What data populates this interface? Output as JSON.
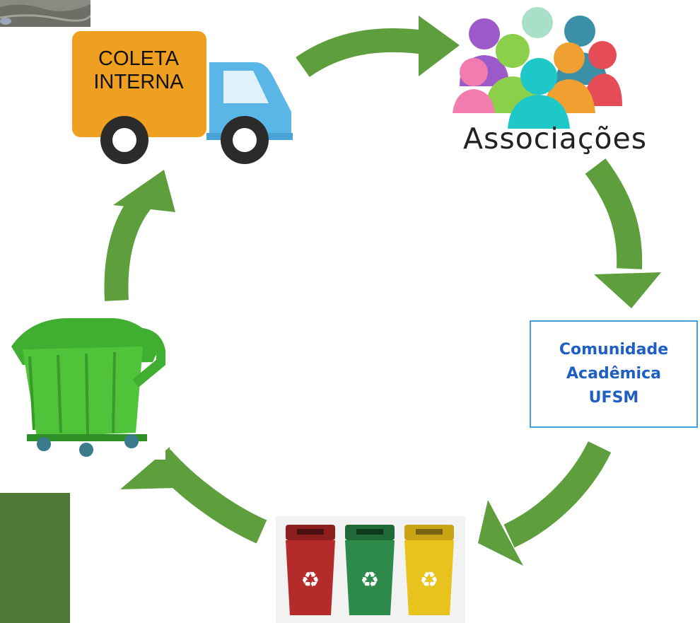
{
  "truck": {
    "label_line1": "COLETA",
    "label_line2": "INTERNA"
  },
  "associations": {
    "label": "Associações"
  },
  "community": {
    "line1": "Comunidade",
    "line2": "Acadêmica",
    "line3": "UFSM"
  },
  "colors": {
    "arrow": "#5e9e3c",
    "truck_cargo": "#f0a020",
    "truck_cab": "#5bb6e8",
    "community_text": "#1f5fc4",
    "community_border": "#3ea0e0",
    "dumpster": "#4fc43a",
    "corner_block": "#4f7a35"
  },
  "icons": [
    "truck-icon",
    "people-group-icon",
    "recycle-bins-icon",
    "dumpster-icon"
  ]
}
